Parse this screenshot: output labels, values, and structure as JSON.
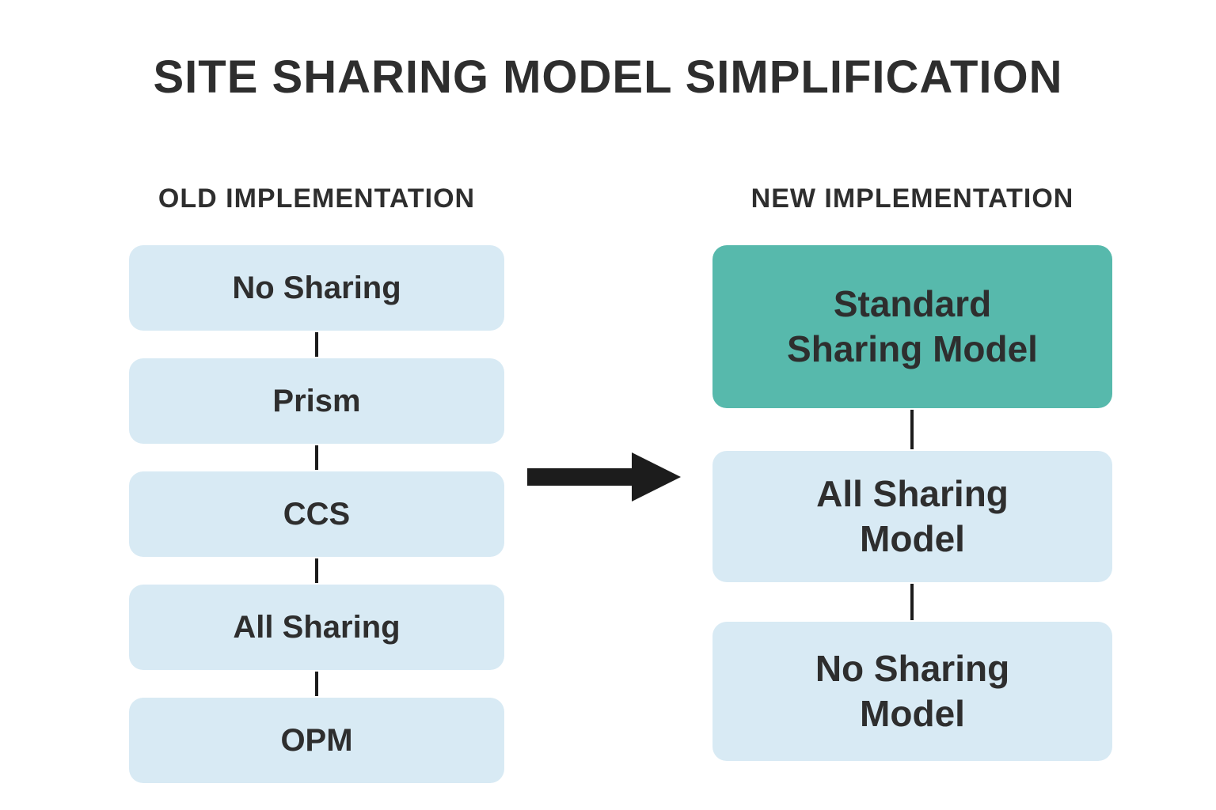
{
  "title": "SITE SHARING MODEL SIMPLIFICATION",
  "old": {
    "header": "OLD IMPLEMENTATION",
    "items": [
      "No Sharing",
      "Prism",
      "CCS",
      "All Sharing",
      "OPM"
    ]
  },
  "new": {
    "header": "NEW IMPLEMENTATION",
    "items": [
      "Standard\nSharing Model",
      "All Sharing\nModel",
      "No Sharing\nModel"
    ]
  },
  "colors": {
    "box_light": "#d8eaf4",
    "box_highlight": "#57b9ac",
    "text": "#2e2e2e",
    "line": "#1c1c1c"
  }
}
